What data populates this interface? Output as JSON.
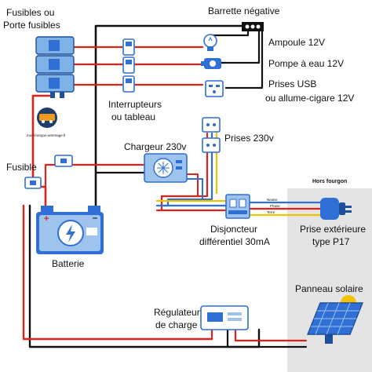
{
  "colors": {
    "positive_wire": "#e0201b",
    "negative_wire": "#111111",
    "neutral_wire": "#2f6fd6",
    "earth_wire": "#f2c200",
    "component_blue": "#2f6fd6",
    "outside_area": "#e4e4e4"
  },
  "labels": {
    "fuses": [
      "Fusibles ou",
      "Porte fusibles"
    ],
    "negative_bus": "Barrette négative",
    "lamp": "Ampoule 12V",
    "water_pump": "Pompe à eau 12V",
    "usb_outlets": [
      "Prises USB",
      "ou allume-cigare 12V"
    ],
    "switches": [
      "Interrupteurs",
      "ou tableau"
    ],
    "website": "mon-fourgon-amenage.fr",
    "fuse": "Fusible",
    "charger": "Chargeur 230v",
    "outlets_230": "Prises 230v",
    "outside": "Hors fourgon",
    "battery": "Batterie",
    "breaker": [
      "Disjoncteur",
      "différentiel 30mA"
    ],
    "external_plug": [
      "Prise extérieure",
      "type P17"
    ],
    "solar_panel": "Panneau solaire",
    "regulator": [
      "Régulateur",
      "de charge"
    ],
    "wire_neutral": "Neutre",
    "wire_phase": "Phase",
    "wire_earth": "Terre"
  },
  "icons": {
    "battery": "battery-bolt-icon",
    "lamp": "light-bulb-icon",
    "pump": "water-pump-icon",
    "usb": "usb-outlet-icon",
    "outlet": "power-outlet-icon",
    "plug": "p17-plug-icon",
    "solar": "solar-panel-icon"
  }
}
